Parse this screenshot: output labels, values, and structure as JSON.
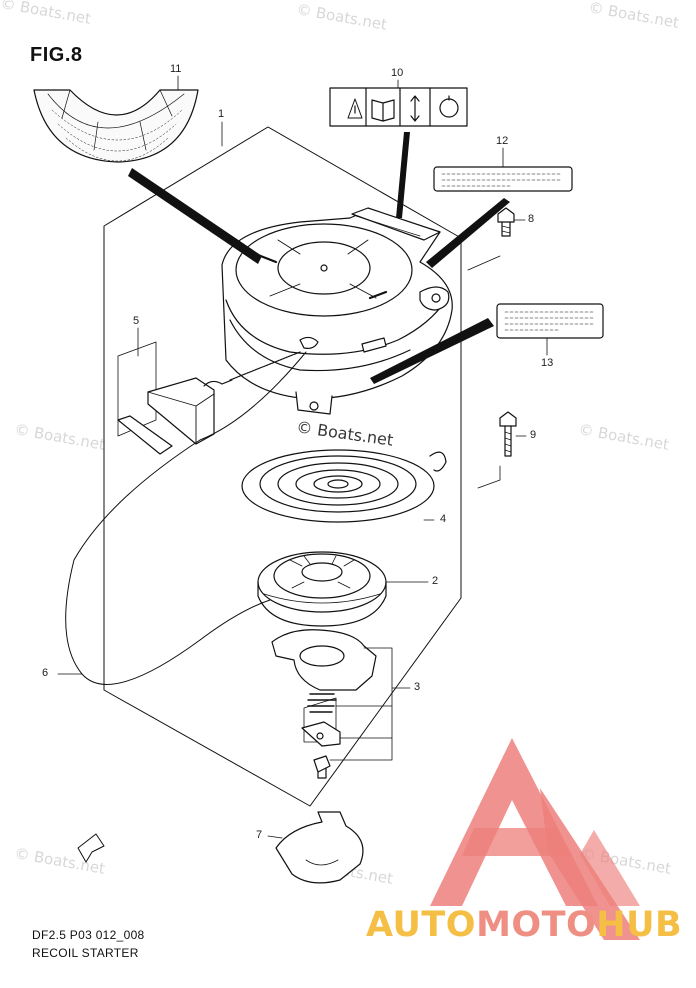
{
  "figure": {
    "title": "FIG.8"
  },
  "callouts": {
    "c1": "1",
    "c2": "2",
    "c3": "3",
    "c4": "4",
    "c5": "5",
    "c6": "6",
    "c7": "7",
    "c8": "8",
    "c9": "9",
    "c10": "10",
    "c11": "11",
    "c12": "12",
    "c13": "13"
  },
  "footer": {
    "code": "DF2.5 P03 012_008",
    "section": "RECOIL STARTER"
  },
  "watermark": {
    "text": "© Boats.net",
    "center_text": "© Boats.net"
  },
  "brand": {
    "part1": "AUTO",
    "part2": "MOTO",
    "part3": "HUB"
  },
  "colors": {
    "brand_yellow": "#f5bf45",
    "brand_pink": "#ef8f84",
    "brand_triangle": "#ed7f7b"
  },
  "icons": [
    "warning-icon",
    "manual-book-icon",
    "arrow-icon",
    "pull-handle-icon",
    "fwd-arrow-icon"
  ]
}
